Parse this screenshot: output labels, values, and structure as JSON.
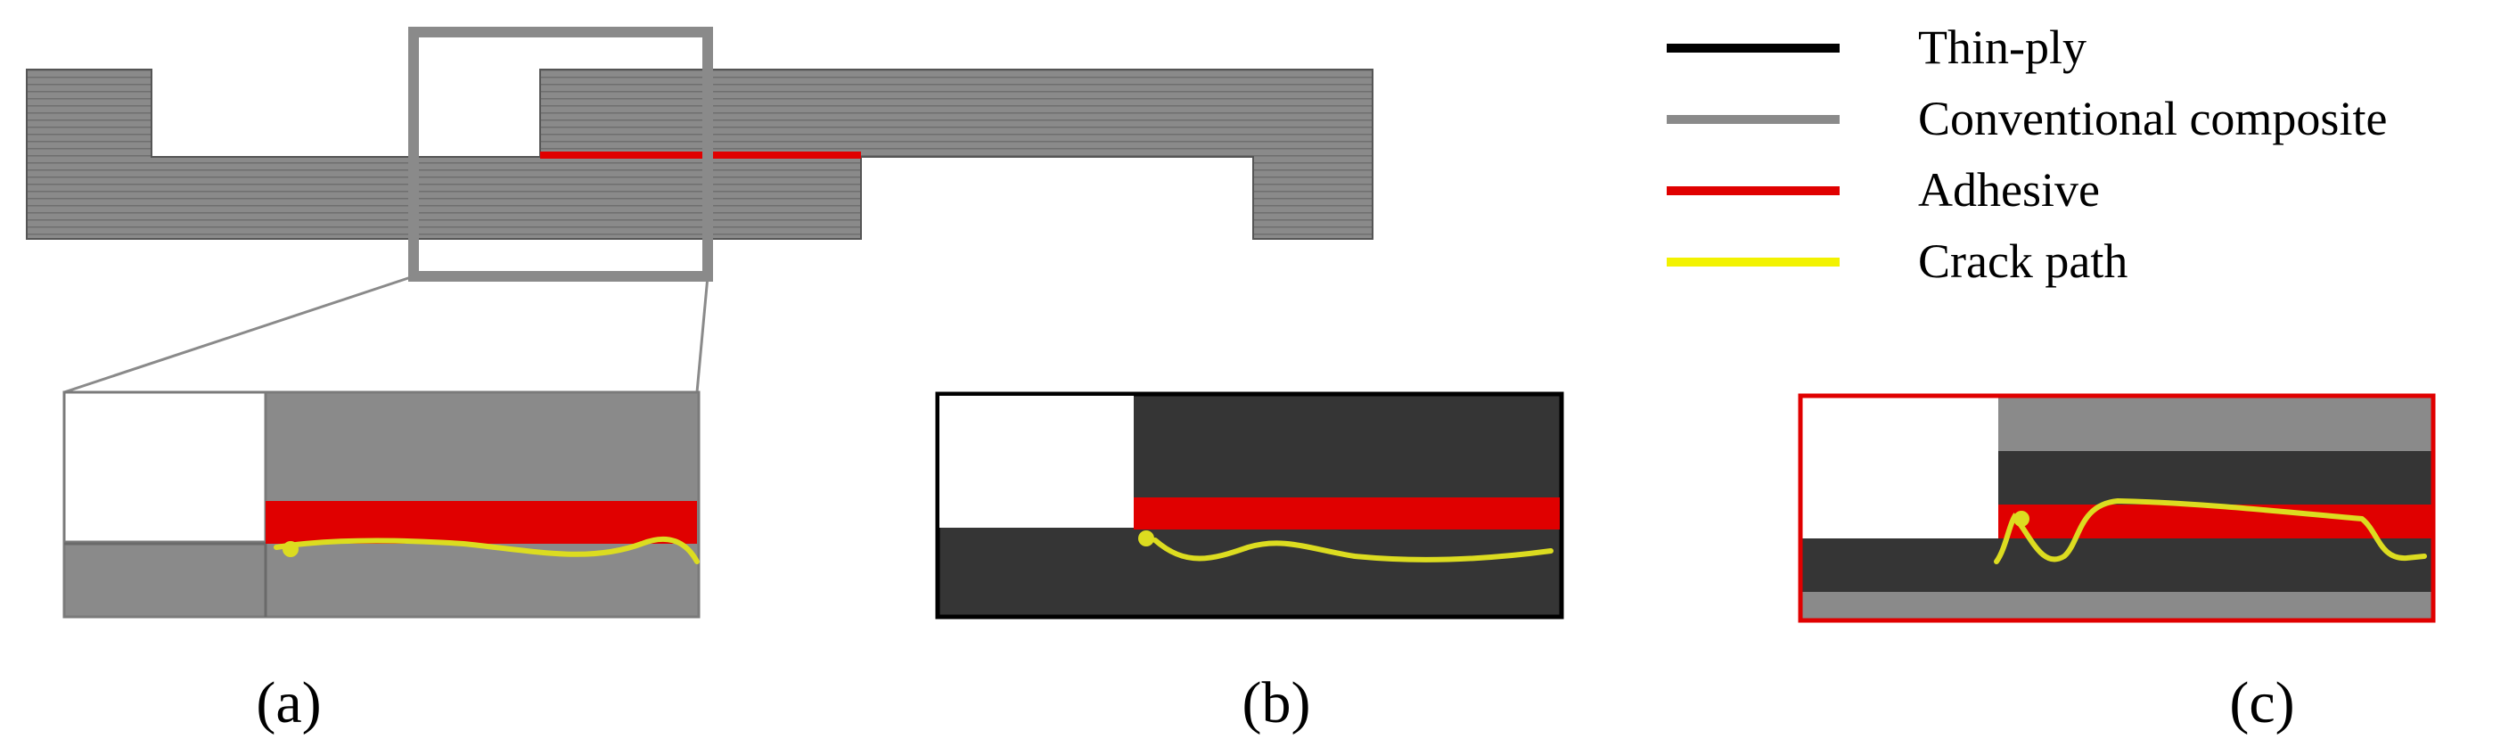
{
  "legend": {
    "items": [
      {
        "label": "Thin-ply",
        "color": "#000000"
      },
      {
        "label": "Conventional composite",
        "color": "#8a8a8a"
      },
      {
        "label": "Adhesive",
        "color": "#e00000"
      },
      {
        "label": "Crack path",
        "color": "#f2f200"
      }
    ]
  },
  "panels": [
    {
      "label": "(a)"
    },
    {
      "label": "(b)"
    },
    {
      "label": "(c)"
    }
  ],
  "colors": {
    "conventional": "#8a8a8a",
    "thin_ply": "#353535",
    "adhesive": "#e00000",
    "crack": "#dcdc20",
    "zoom_frame": "#8a8a8a",
    "panel_c_border": "#e00000"
  }
}
